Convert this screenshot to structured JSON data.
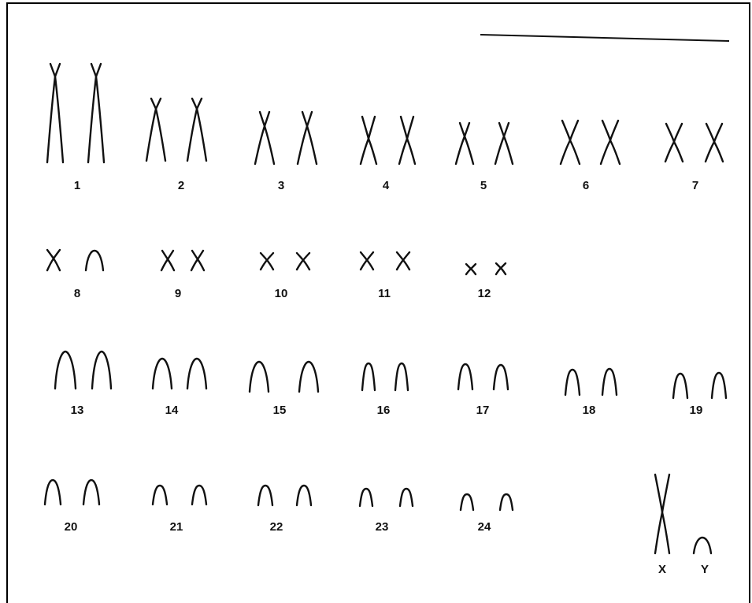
{
  "karyotype": {
    "chromosome_labels": [
      "1",
      "2",
      "3",
      "4",
      "5",
      "6",
      "7",
      "8",
      "9",
      "10",
      "11",
      "12",
      "13",
      "14",
      "15",
      "16",
      "17",
      "18",
      "19",
      "20",
      "21",
      "22",
      "23",
      "24"
    ],
    "sex_chromosome_labels": [
      "X",
      "Y"
    ]
  },
  "colors": {
    "ink": "#111111",
    "background": "#ffffff"
  }
}
